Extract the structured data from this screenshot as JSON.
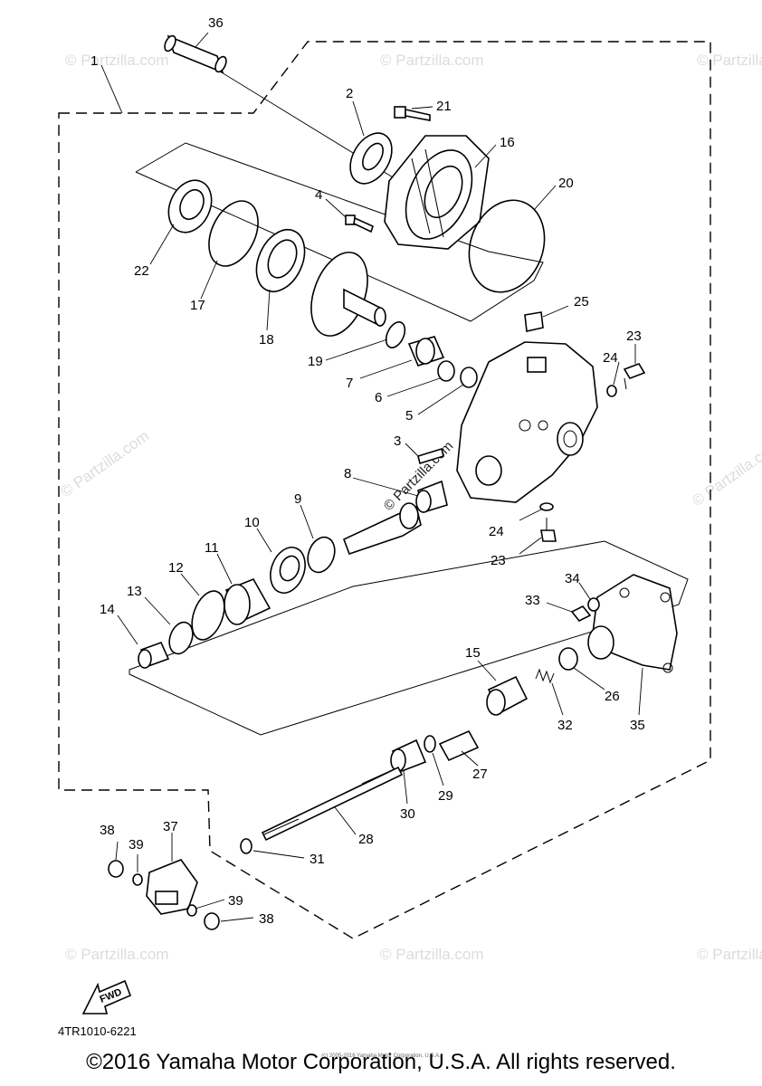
{
  "watermark": "© Partzilla.com",
  "center_watermark": "© Partzilla.com",
  "fwd_label": "FWD",
  "drawing_code": "4TR1010-6221",
  "copyright": "©2016 Yamaha Motor Corporation, U.S.A. All rights reserved.",
  "small_note": "(c) 2005-2016 Yamaha Motor Corporation, U.S.A.",
  "callouts": {
    "c1": "1",
    "c2": "2",
    "c3": "3",
    "c4": "4",
    "c5": "5",
    "c6": "6",
    "c7": "7",
    "c8": "8",
    "c9": "9",
    "c10": "10",
    "c11": "11",
    "c12": "12",
    "c13": "13",
    "c14": "14",
    "c15": "15",
    "c16": "16",
    "c17": "17",
    "c18": "18",
    "c19": "19",
    "c20": "20",
    "c21": "21",
    "c22": "22",
    "c23a": "23",
    "c23b": "23",
    "c24a": "24",
    "c24b": "24",
    "c25": "25",
    "c26": "26",
    "c27": "27",
    "c28": "28",
    "c29": "29",
    "c30": "30",
    "c31": "31",
    "c32": "32",
    "c33": "33",
    "c34": "34",
    "c35": "35",
    "c36": "36",
    "c37": "37",
    "c38a": "38",
    "c38b": "38",
    "c39a": "39",
    "c39b": "39"
  }
}
